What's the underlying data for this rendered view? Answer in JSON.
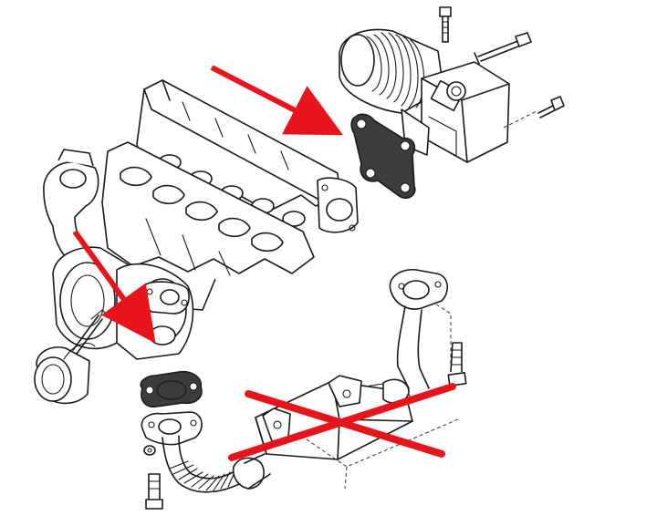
{
  "diagram": {
    "colors": {
      "line": "#1a1a1a",
      "marker": "#e8141c",
      "gasket_fill": "#3c3c3c",
      "background": "#ffffff"
    },
    "parts": [
      "egr-valve",
      "egr-gasket",
      "intake-manifold",
      "exhaust-manifold",
      "turbocharger",
      "turbo-flange-gasket",
      "egr-cooler-pipe",
      "bolts"
    ],
    "highlighted_parts": [
      "egr-gasket",
      "turbo-flange-gasket"
    ],
    "crossed_out_parts": [
      "egr-cooler-pipe"
    ]
  }
}
